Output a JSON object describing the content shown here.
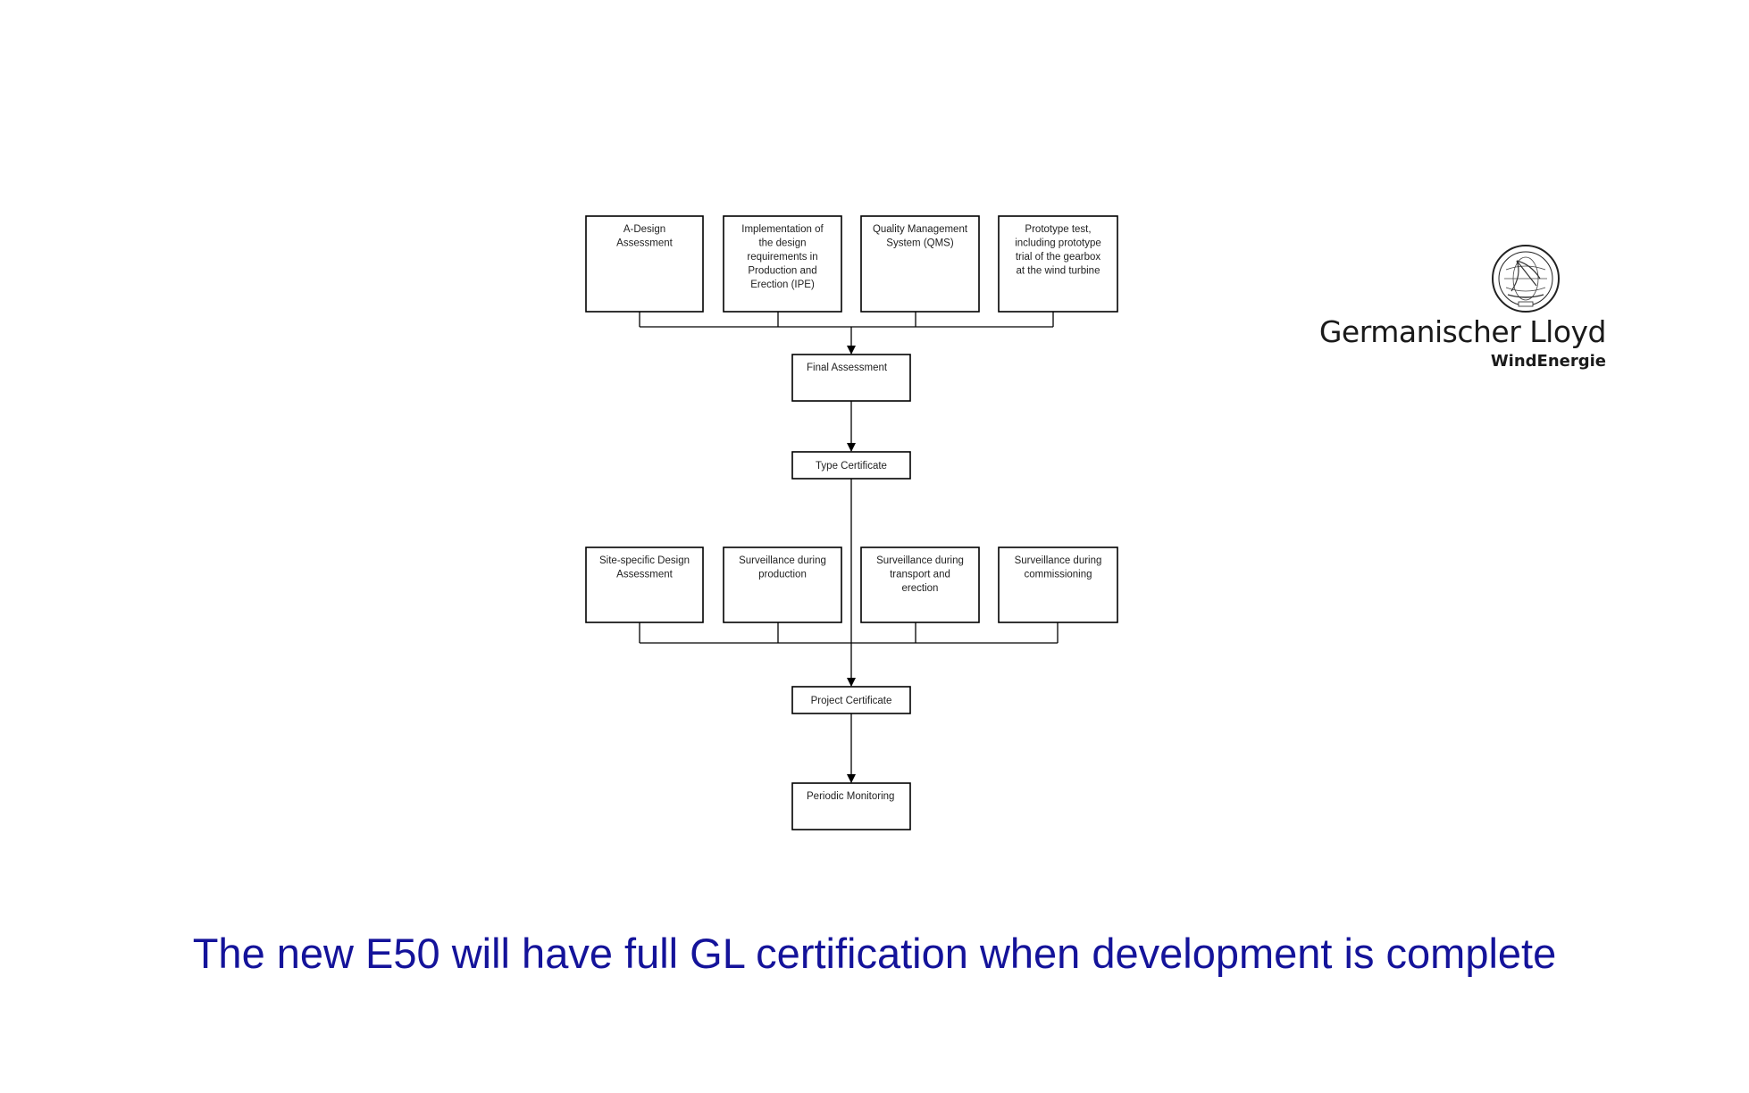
{
  "diagram": {
    "nodes": [
      {
        "id": "a-design",
        "lines": [
          "A-Design",
          "Assessment"
        ]
      },
      {
        "id": "ipe",
        "lines": [
          "Implementation of",
          "the design",
          "requirements in",
          "Production and",
          "Erection (IPE)"
        ]
      },
      {
        "id": "qms",
        "lines": [
          "Quality Management",
          "System (QMS)"
        ]
      },
      {
        "id": "prototype",
        "lines": [
          "Prototype test,",
          "including prototype",
          "trial of the gearbox",
          "at the wind turbine"
        ]
      },
      {
        "id": "final",
        "lines": [
          "Final Assessment"
        ]
      },
      {
        "id": "type-cert",
        "lines": [
          "Type Certificate"
        ]
      },
      {
        "id": "site-design",
        "lines": [
          "Site-specific Design",
          "Assessment"
        ]
      },
      {
        "id": "surv-production",
        "lines": [
          "Surveillance during",
          "production"
        ]
      },
      {
        "id": "surv-transport",
        "lines": [
          "Surveillance during",
          "transport and",
          "erection"
        ]
      },
      {
        "id": "surv-commissioning",
        "lines": [
          "Surveillance during",
          "commissioning"
        ]
      },
      {
        "id": "project-cert",
        "lines": [
          "Project Certificate"
        ]
      },
      {
        "id": "periodic",
        "lines": [
          "Periodic Monitoring"
        ]
      }
    ],
    "edges": [
      {
        "from": "a-design",
        "to": "final"
      },
      {
        "from": "ipe",
        "to": "final"
      },
      {
        "from": "qms",
        "to": "final"
      },
      {
        "from": "prototype",
        "to": "final"
      },
      {
        "from": "final",
        "to": "type-cert"
      },
      {
        "from": "type-cert",
        "to": "project-cert"
      },
      {
        "from": "site-design",
        "to": "project-cert"
      },
      {
        "from": "surv-production",
        "to": "project-cert"
      },
      {
        "from": "surv-transport",
        "to": "project-cert"
      },
      {
        "from": "surv-commissioning",
        "to": "project-cert"
      },
      {
        "from": "project-cert",
        "to": "periodic"
      }
    ]
  },
  "logo": {
    "name": "Germanischer Lloyd",
    "subtitle": "WindEnergie",
    "seal_icon": "globe-seal-icon"
  },
  "caption": "The new E50 will have full GL certification when development is complete",
  "colors": {
    "caption": "#14139a",
    "box_stroke": "#000000"
  }
}
